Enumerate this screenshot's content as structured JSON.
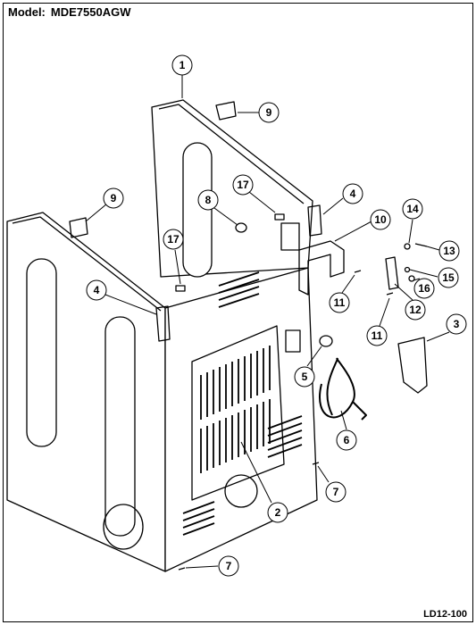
{
  "header": {
    "model_label": "Model:",
    "model_number": "MDE7550AGW"
  },
  "footer": {
    "drawing_code": "LD12-100"
  },
  "callouts": [
    {
      "id": "c1",
      "label": "1"
    },
    {
      "id": "c9a",
      "label": "9"
    },
    {
      "id": "c9b",
      "label": "9"
    },
    {
      "id": "c8",
      "label": "8"
    },
    {
      "id": "c17a",
      "label": "17"
    },
    {
      "id": "c4a",
      "label": "4"
    },
    {
      "id": "c10",
      "label": "10"
    },
    {
      "id": "c14",
      "label": "14"
    },
    {
      "id": "c13",
      "label": "13"
    },
    {
      "id": "c17b",
      "label": "17"
    },
    {
      "id": "c4b",
      "label": "4"
    },
    {
      "id": "c11a",
      "label": "11"
    },
    {
      "id": "c15",
      "label": "15"
    },
    {
      "id": "c16",
      "label": "16"
    },
    {
      "id": "c12",
      "label": "12"
    },
    {
      "id": "c3",
      "label": "3"
    },
    {
      "id": "c11b",
      "label": "11"
    },
    {
      "id": "c5",
      "label": "5"
    },
    {
      "id": "c6",
      "label": "6"
    },
    {
      "id": "c7a",
      "label": "7"
    },
    {
      "id": "c2",
      "label": "2"
    },
    {
      "id": "c7b",
      "label": "7"
    }
  ]
}
